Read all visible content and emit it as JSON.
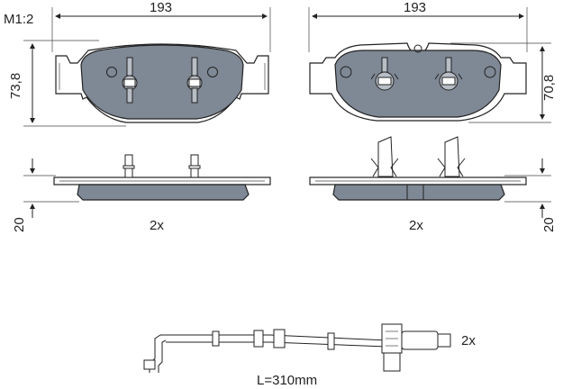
{
  "scale": "M1:2",
  "pad_front": {
    "width_label": "193",
    "height_label": "73,8",
    "thickness_label": "20",
    "quantity": "2x"
  },
  "pad_back": {
    "width_label": "193",
    "height_label": "70,8",
    "thickness_label": "20",
    "quantity": "2x"
  },
  "sensor": {
    "length_label": "L=310mm",
    "quantity": "2x"
  },
  "colors": {
    "friction_material": "#7f8895",
    "lines": "#222222"
  }
}
